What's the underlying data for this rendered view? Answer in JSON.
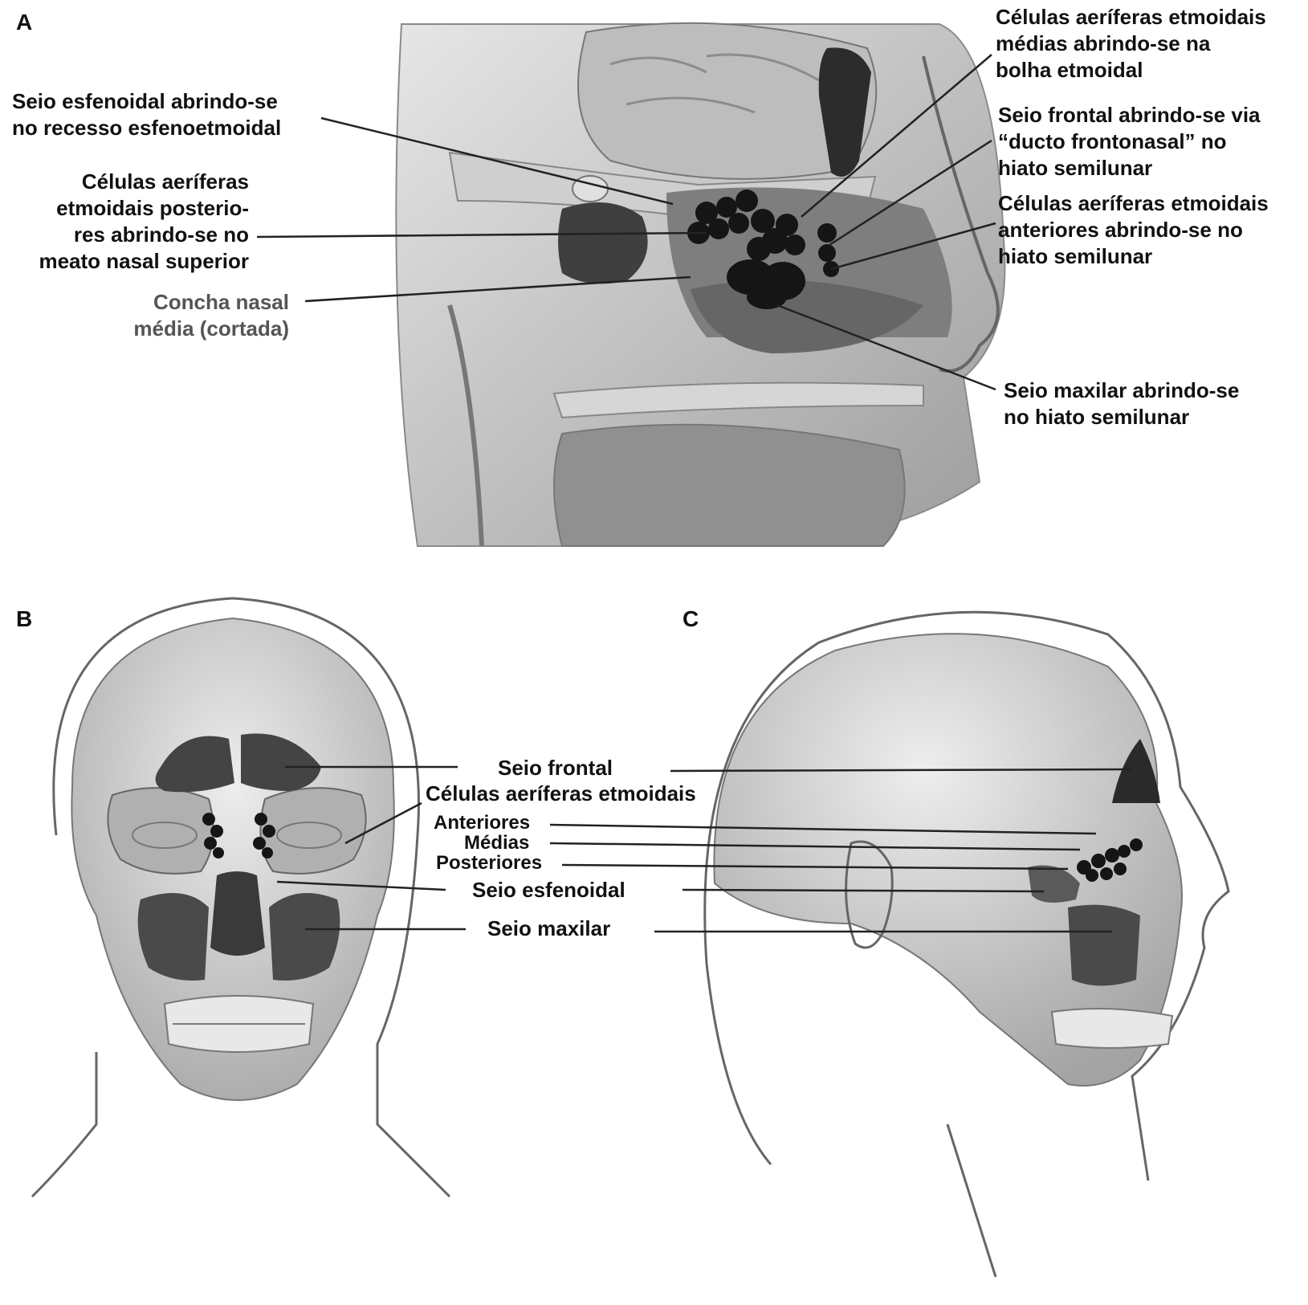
{
  "panels": {
    "a": {
      "letter": "A",
      "labels": {
        "sphenoid": "Seio esfenoidal abrindo-se\nno recesso esfenoetmoidal",
        "posterior_ethmoid": "Células aeríferas\netmoidais posterio-\nres abrindo-se no\nmeato nasal superior",
        "middle_concha": "Concha nasal\nmédia (cortada)",
        "middle_ethmoid": "Células aeríferas etmoidais\nmédias abrindo-se na\nbolha etmoidal",
        "frontal": "Seio frontal abrindo-se via\n“ducto frontonasal” no\nhiato semilunar",
        "anterior_ethmoid": "Células aeríferas etmoidais\nanteriores abrindo-se no\nhiato semilunar",
        "maxillary": "Seio maxilar abrindo-se\nno hiato semilunar"
      }
    },
    "b": {
      "letter": "B"
    },
    "c": {
      "letter": "C"
    },
    "shared_labels": {
      "frontal": "Seio frontal",
      "ethmoid_cells": "Células aeríferas etmoidais",
      "anterior": "Anteriores",
      "middle": "Médias",
      "posterior": "Posteriores",
      "sphenoid": "Seio esfenoidal",
      "maxillary": "Seio maxilar"
    }
  },
  "colors": {
    "sinus_dark": "#4a4a4a",
    "cell_black": "#151515",
    "bone_light": "#d9d9d9",
    "tissue_mid": "#9a9a9a",
    "outline": "#555555"
  }
}
